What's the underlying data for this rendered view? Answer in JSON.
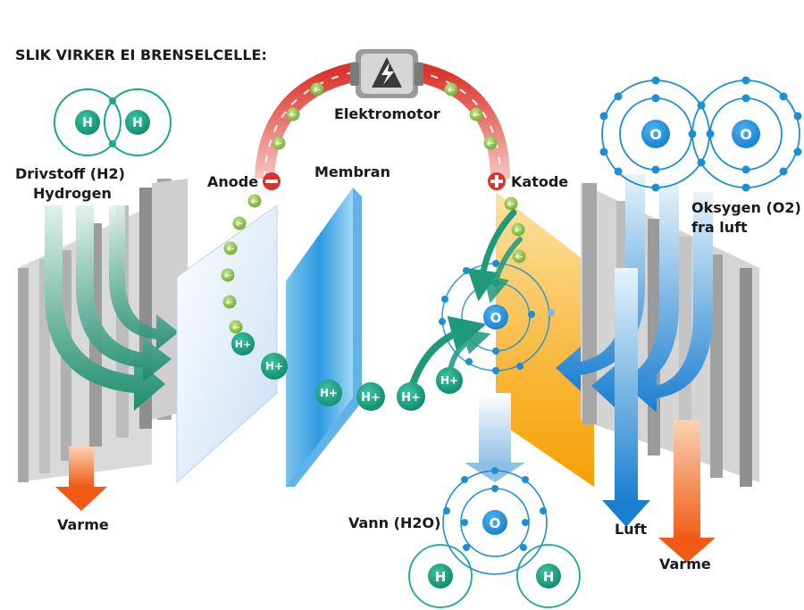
{
  "title": "SLIK VIRKER EI BRENSELCELLE:",
  "labels": {
    "fuel_line1": "Drivstoff (H2)",
    "fuel_line2": "Hydrogen",
    "anode": "Anode",
    "membrane": "Membran",
    "motor": "Elektromotor",
    "cathode": "Katode",
    "oxygen_line1": "Oksygen (O2)",
    "oxygen_line2": "fra luft",
    "heat_left": "Varme",
    "water": "Vann (H2O)",
    "air": "Luft",
    "heat_right": "Varme"
  },
  "symbols": {
    "hydrogen": "H",
    "oxygen": "O",
    "proton": "H+",
    "electron": "e-",
    "anode_sign": "−",
    "cathode_sign": "+"
  },
  "icons": {
    "motor": "lightning-icon"
  },
  "colors": {
    "green": "#1e9a78",
    "green_dark": "#0d7a5e",
    "teal_atom": "#1aa88a",
    "blue": "#1a8fd6",
    "blue_light": "#bfe3f7",
    "orange": "#f26a1b",
    "yellow": "#f7b731",
    "red": "#d9342b",
    "electron": "#8cc63f",
    "grey": "#8a8a8a"
  }
}
